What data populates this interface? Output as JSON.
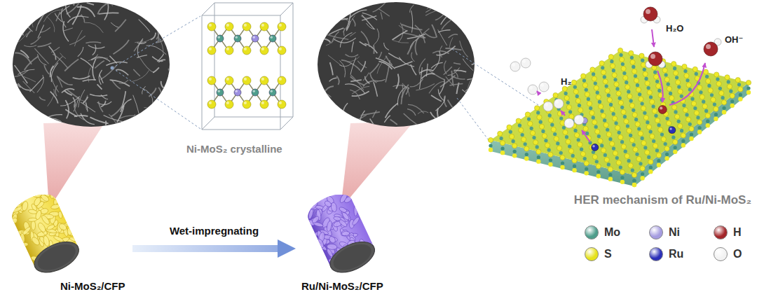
{
  "diagram": {
    "nodes": [
      {
        "text": [
          "Ni-MoS₂/CFP"
        ]
      },
      {
        "text": [
          "Ru/Ni-MoS₂/CFP"
        ]
      }
    ],
    "edges": [
      {
        "from": 0,
        "to": 1,
        "label": "Wet-impregnating",
        "arrow": "to"
      }
    ],
    "labels": [
      "Ni-MoS₂ crystalline",
      "H₂O",
      "H₂",
      "OH⁻",
      "HER mechanism of Ru/Ni-MoS₂"
    ],
    "legend": [
      {
        "text": "Mo",
        "color": "#4f9e8c"
      },
      {
        "text": "Ni",
        "color": "#a59ce0"
      },
      {
        "text": "H",
        "color": "#a3262a"
      },
      {
        "text": "S",
        "color": "#e6e21c"
      },
      {
        "text": "Ru",
        "color": "#2b2fb8"
      },
      {
        "text": "O",
        "color": "#f2f2f2"
      }
    ]
  }
}
